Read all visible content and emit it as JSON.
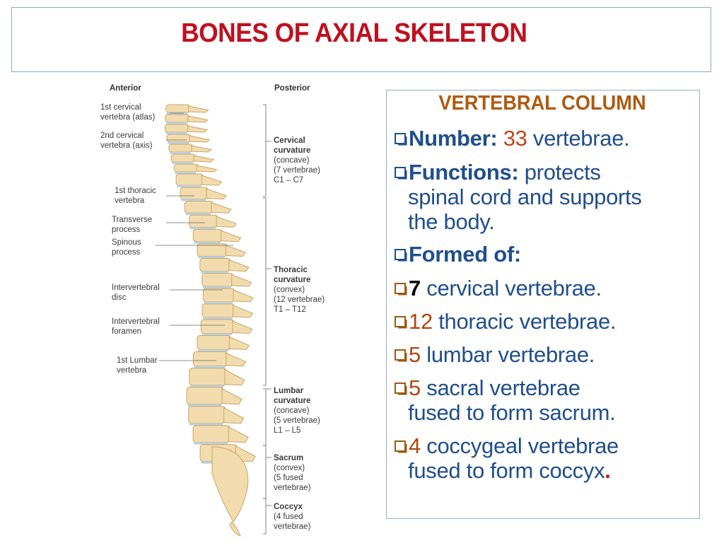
{
  "title": "BONES OF AXIAL SKELETON",
  "figure": {
    "anterior": "Anterior",
    "posterior": "Posterior",
    "left_labels": [
      {
        "text": "1st cervical\nvertebra (atlas)"
      },
      {
        "text": "2nd cervical\nvertebra (axis)"
      },
      {
        "text": "1st thoracic\nvertebra"
      },
      {
        "text": "Transverse\nprocess"
      },
      {
        "text": "Spinous\nprocess"
      },
      {
        "text": "Intervertebral\ndisc"
      },
      {
        "text": "Intervertebral\nforamen"
      },
      {
        "text": "1st Lumbar\nvertebra"
      }
    ],
    "right_labels": [
      {
        "head": "Cervical\ncurvature",
        "body": "(concave)\n(7 vertebrae)\nC1 – C7"
      },
      {
        "head": "Thoracic\ncurvature",
        "body": "(convex)\n(12 vertebrae)\nT1 – T12"
      },
      {
        "head": "Lumbar\ncurvature",
        "body": "(concave)\n(5 vertebrae)\nL1 – L5"
      },
      {
        "head": "Sacrum",
        "body": "(convex)\n(5 fused\nvertebrae)"
      },
      {
        "head": "Coccyx",
        "body": "(4 fused\nvertebrae)"
      }
    ]
  },
  "panel": {
    "heading": "VERTEBRAL COLUMN",
    "number_label": "Number:",
    "number_value": "33",
    "number_rest": " vertebrae.",
    "functions_label": "Functions:",
    "functions_rest": " protects",
    "functions_line2": "spinal cord and supports",
    "functions_line3": "the body.",
    "formed_label": "Formed of:",
    "items": [
      {
        "count": "7",
        "text": " cervical vertebrae."
      },
      {
        "count": "12",
        "text": " thoracic vertebrae."
      },
      {
        "count": "5",
        "text": " lumbar vertebrae."
      },
      {
        "count": "5",
        "text": " sacral vertebrae"
      },
      {
        "count": "4",
        "text": " coccygeal vertebrae"
      }
    ],
    "sacral_line2": "fused to form sacrum.",
    "coccyx_line2": "fused to form coccyx",
    "coccyx_dot": "."
  },
  "colors": {
    "title": "#c0101f",
    "heading": "#b05a10",
    "body_text": "#1f4e8c",
    "bone": "#f2dcae",
    "disc": "#b9d3e6"
  }
}
